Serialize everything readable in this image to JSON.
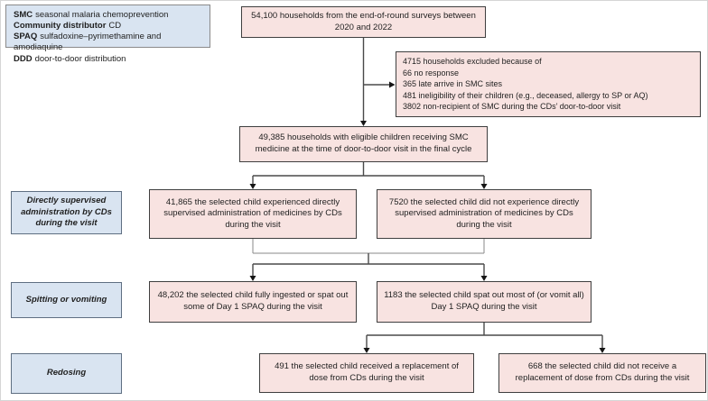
{
  "legend": {
    "items": [
      {
        "abbr": "SMC",
        "text": "seasonal malaria chemoprevention"
      },
      {
        "abbr": "Community distributor",
        "text": "CD"
      },
      {
        "abbr": "SPAQ",
        "text": "sulfadoxine–pyrimethamine and amodiaquine"
      },
      {
        "abbr": "DDD",
        "text": "door-to-door distribution"
      }
    ]
  },
  "row_labels": {
    "supervision": "Directly supervised administration by CDs during the visit",
    "spitting": "Spitting or vomiting",
    "redosing": "Redosing"
  },
  "boxes": {
    "total": "54,100 households from the end-of-round surveys between 2020 and 2022",
    "excluded_lines": [
      "4715 households excluded because of",
      "66 no response",
      "365 late arrive in SMC sites",
      "481 ineligibility of their children (e.g., deceased, allergy to SP or AQ)",
      "3802 non-recipient of SMC during the CDs’ door-to-door visit"
    ],
    "eligible": "49,385 households with eligible children receiving SMC medicine at the time of door-to-door visit in the final cycle",
    "supervised": "41,865 the selected child experienced directly supervised administration of medicines by CDs during the visit",
    "not_supervised": "7520 the selected child did not experience directly supervised administration of medicines by CDs during the visit",
    "ingested": "48,202 the selected child fully ingested or spat out some of Day 1 SPAQ during the visit",
    "spat_out": "1183 the selected child spat out most of (or vomit all) Day 1 SPAQ during the visit",
    "redosed": "491 the selected child received a replacement of dose from CDs during the visit",
    "not_redosed": "668 the selected child did not receive a replacement of dose from CDs during the visit"
  },
  "colors": {
    "node_fill": "#f8e3e1",
    "node_border": "#3f3f3f",
    "label_fill": "#d9e4f1",
    "connector": "#4a4a4a"
  }
}
